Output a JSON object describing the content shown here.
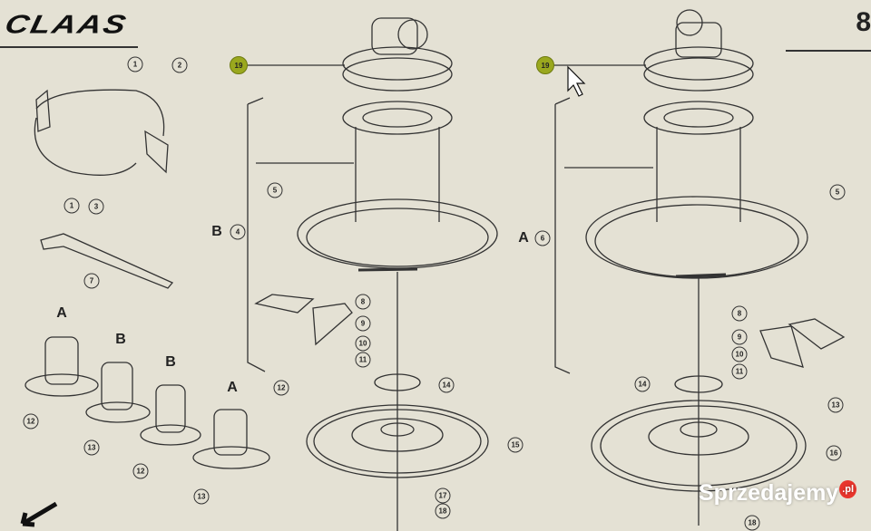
{
  "header": {
    "logo": "CLAAS",
    "page_number": "8"
  },
  "callouts": [
    "1",
    "2",
    "1",
    "3",
    "7",
    "5",
    "4",
    "8",
    "9",
    "10",
    "11",
    "12",
    "14",
    "15",
    "17",
    "18",
    "12",
    "13",
    "12",
    "13",
    "19",
    "19",
    "6",
    "5",
    "8",
    "9",
    "10",
    "11",
    "13",
    "14",
    "16",
    "18"
  ],
  "letters": [
    "B",
    "A",
    "A",
    "B",
    "B",
    "A"
  ],
  "watermark": {
    "text": "Sprzedajemy",
    "suffix": ".pl"
  }
}
